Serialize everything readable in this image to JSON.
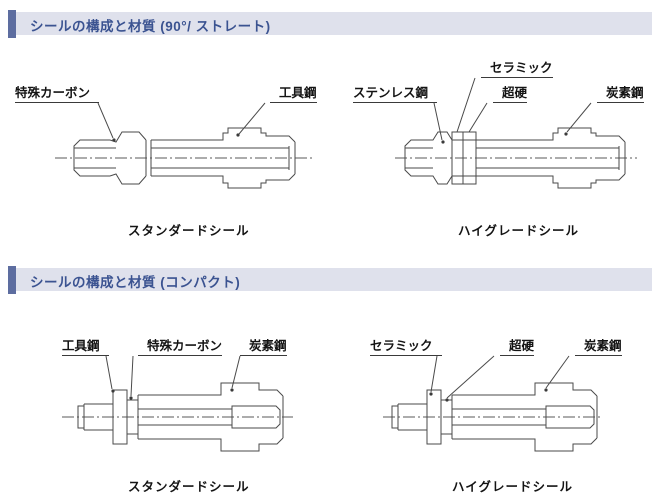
{
  "theme": {
    "band_bg": "#dfe1ec",
    "bar_color": "#5d6da0",
    "header_text": "#3b5391",
    "drawing_line_color": "#4a4a4a"
  },
  "sections": [
    {
      "title": "シールの構成と材質 (90°/ ストレート)",
      "diagrams": [
        {
          "caption": "スタンダードシール",
          "labels": {
            "l1": "特殊カーボン",
            "l2": "工具鋼"
          }
        },
        {
          "caption": "ハイグレードシール",
          "labels": {
            "l1": "セラミック",
            "l2": "ステンレス鋼",
            "l3": "超硬",
            "l4": "炭素鋼"
          }
        }
      ]
    },
    {
      "title": "シールの構成と材質 (コンパクト)",
      "diagrams": [
        {
          "caption": "スタンダードシール",
          "labels": {
            "l1": "工具鋼",
            "l2": "特殊カーボン",
            "l3": "炭素鋼"
          }
        },
        {
          "caption": "ハイグレードシール",
          "labels": {
            "l1": "セラミック",
            "l2": "超硬",
            "l3": "炭素鋼"
          }
        }
      ]
    }
  ]
}
